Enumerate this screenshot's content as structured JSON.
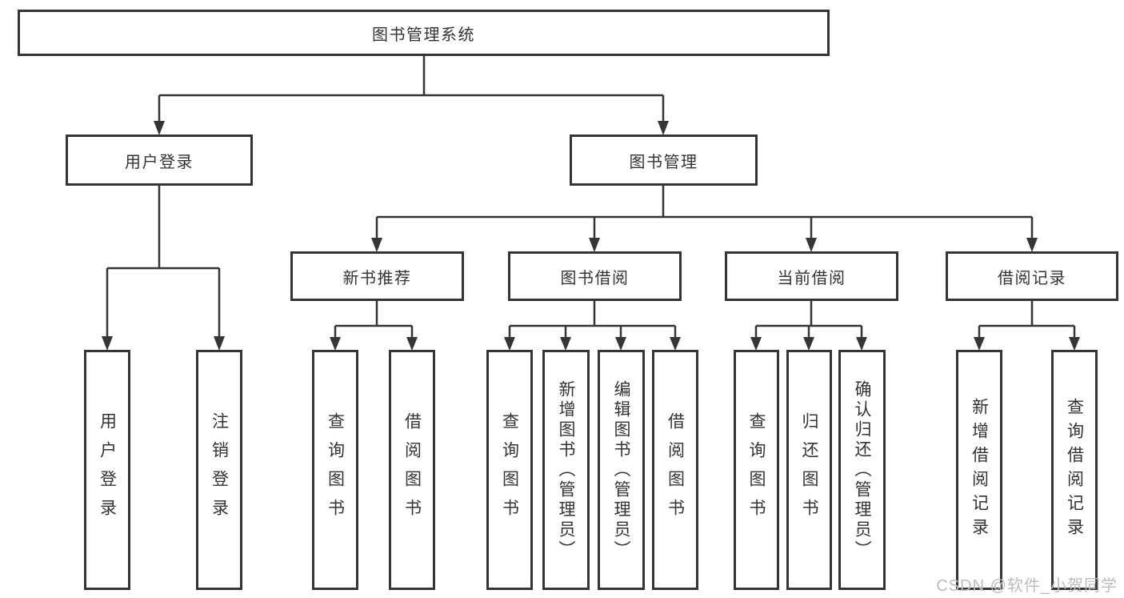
{
  "tree": {
    "label": "图书管理系统",
    "children": [
      {
        "label": "用户登录",
        "children": [
          {
            "label": "用户登录"
          },
          {
            "label": "注销登录"
          }
        ]
      },
      {
        "label": "图书管理",
        "children": [
          {
            "label": "新书推荐",
            "children": [
              {
                "label": "查询图书"
              },
              {
                "label": "借阅图书"
              }
            ]
          },
          {
            "label": "图书借阅",
            "children": [
              {
                "label": "查询图书"
              },
              {
                "label": "新增图书（管理员）"
              },
              {
                "label": "编辑图书（管理员）"
              },
              {
                "label": "借阅图书"
              }
            ]
          },
          {
            "label": "当前借阅",
            "children": [
              {
                "label": "查询图书"
              },
              {
                "label": "归还图书"
              },
              {
                "label": "确认归还（管理员）"
              }
            ]
          },
          {
            "label": "借阅记录",
            "children": [
              {
                "label": "新增借阅记录"
              },
              {
                "label": "查询借阅记录"
              }
            ]
          }
        ]
      }
    ]
  },
  "watermark": "CSDN @软件_小贺同学",
  "colors": {
    "line": "#353535",
    "box_border": "#353535",
    "text": "#333333",
    "watermark": "#bdbdbd",
    "background": "#ffffff"
  }
}
